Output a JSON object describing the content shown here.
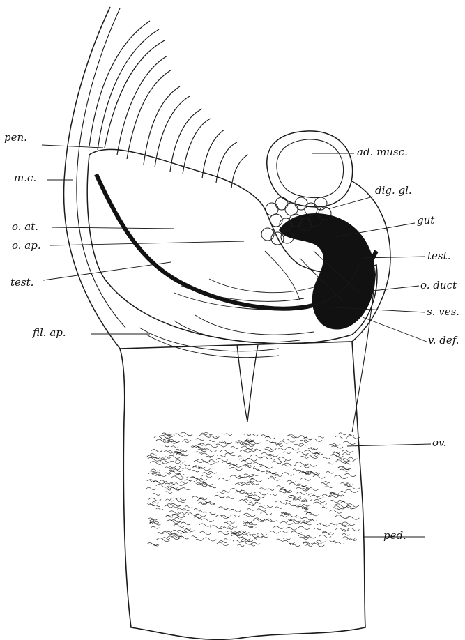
{
  "figure": {
    "labels": {
      "pen": "pen.",
      "mc": "m.c.",
      "oat": "o. at.",
      "oap": "o. ap.",
      "test_left": "test.",
      "filap": "fil. ap.",
      "admusc": "ad. musc.",
      "diggl": "dig. gl.",
      "gut": "gut",
      "test_right": "test.",
      "oduct": "o. duct",
      "sves": "s. ves.",
      "vdef": "v. def.",
      "ov": "ov.",
      "ped": "ped."
    }
  },
  "colors": {
    "ink": "#1a1a1a",
    "paper": "#ffffff"
  }
}
